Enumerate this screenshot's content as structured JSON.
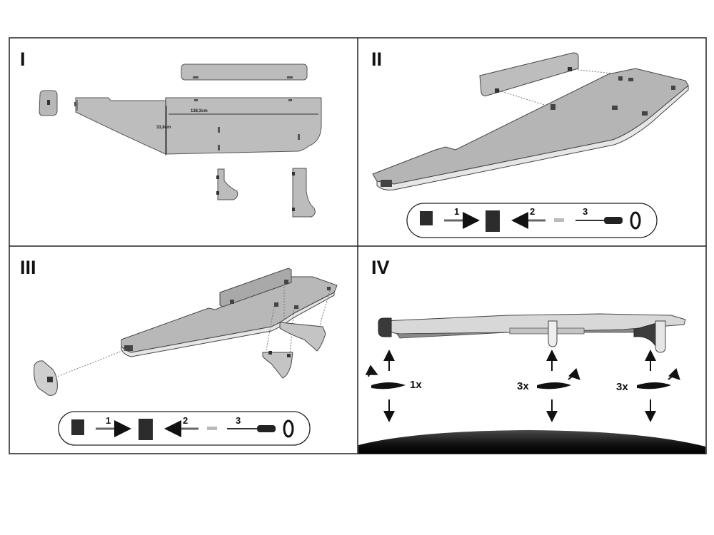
{
  "panels": [
    {
      "numeral": "I"
    },
    {
      "numeral": "II"
    },
    {
      "numeral": "III"
    },
    {
      "numeral": "IV"
    }
  ],
  "dimensions": {
    "length": "138,3cm",
    "width": "33,8cm"
  },
  "assembly_steps": [
    {
      "number": "1"
    },
    {
      "number": "2"
    },
    {
      "number": "3"
    }
  ],
  "multipliers": {
    "left": "1x",
    "middle": "3x",
    "right": "3x"
  },
  "colors": {
    "panel_fill": "#b8b8b8",
    "panel_light": "#d6d6d6",
    "dark_part": "#3a3a3a",
    "outline": "#444444",
    "frame": "#222222"
  }
}
